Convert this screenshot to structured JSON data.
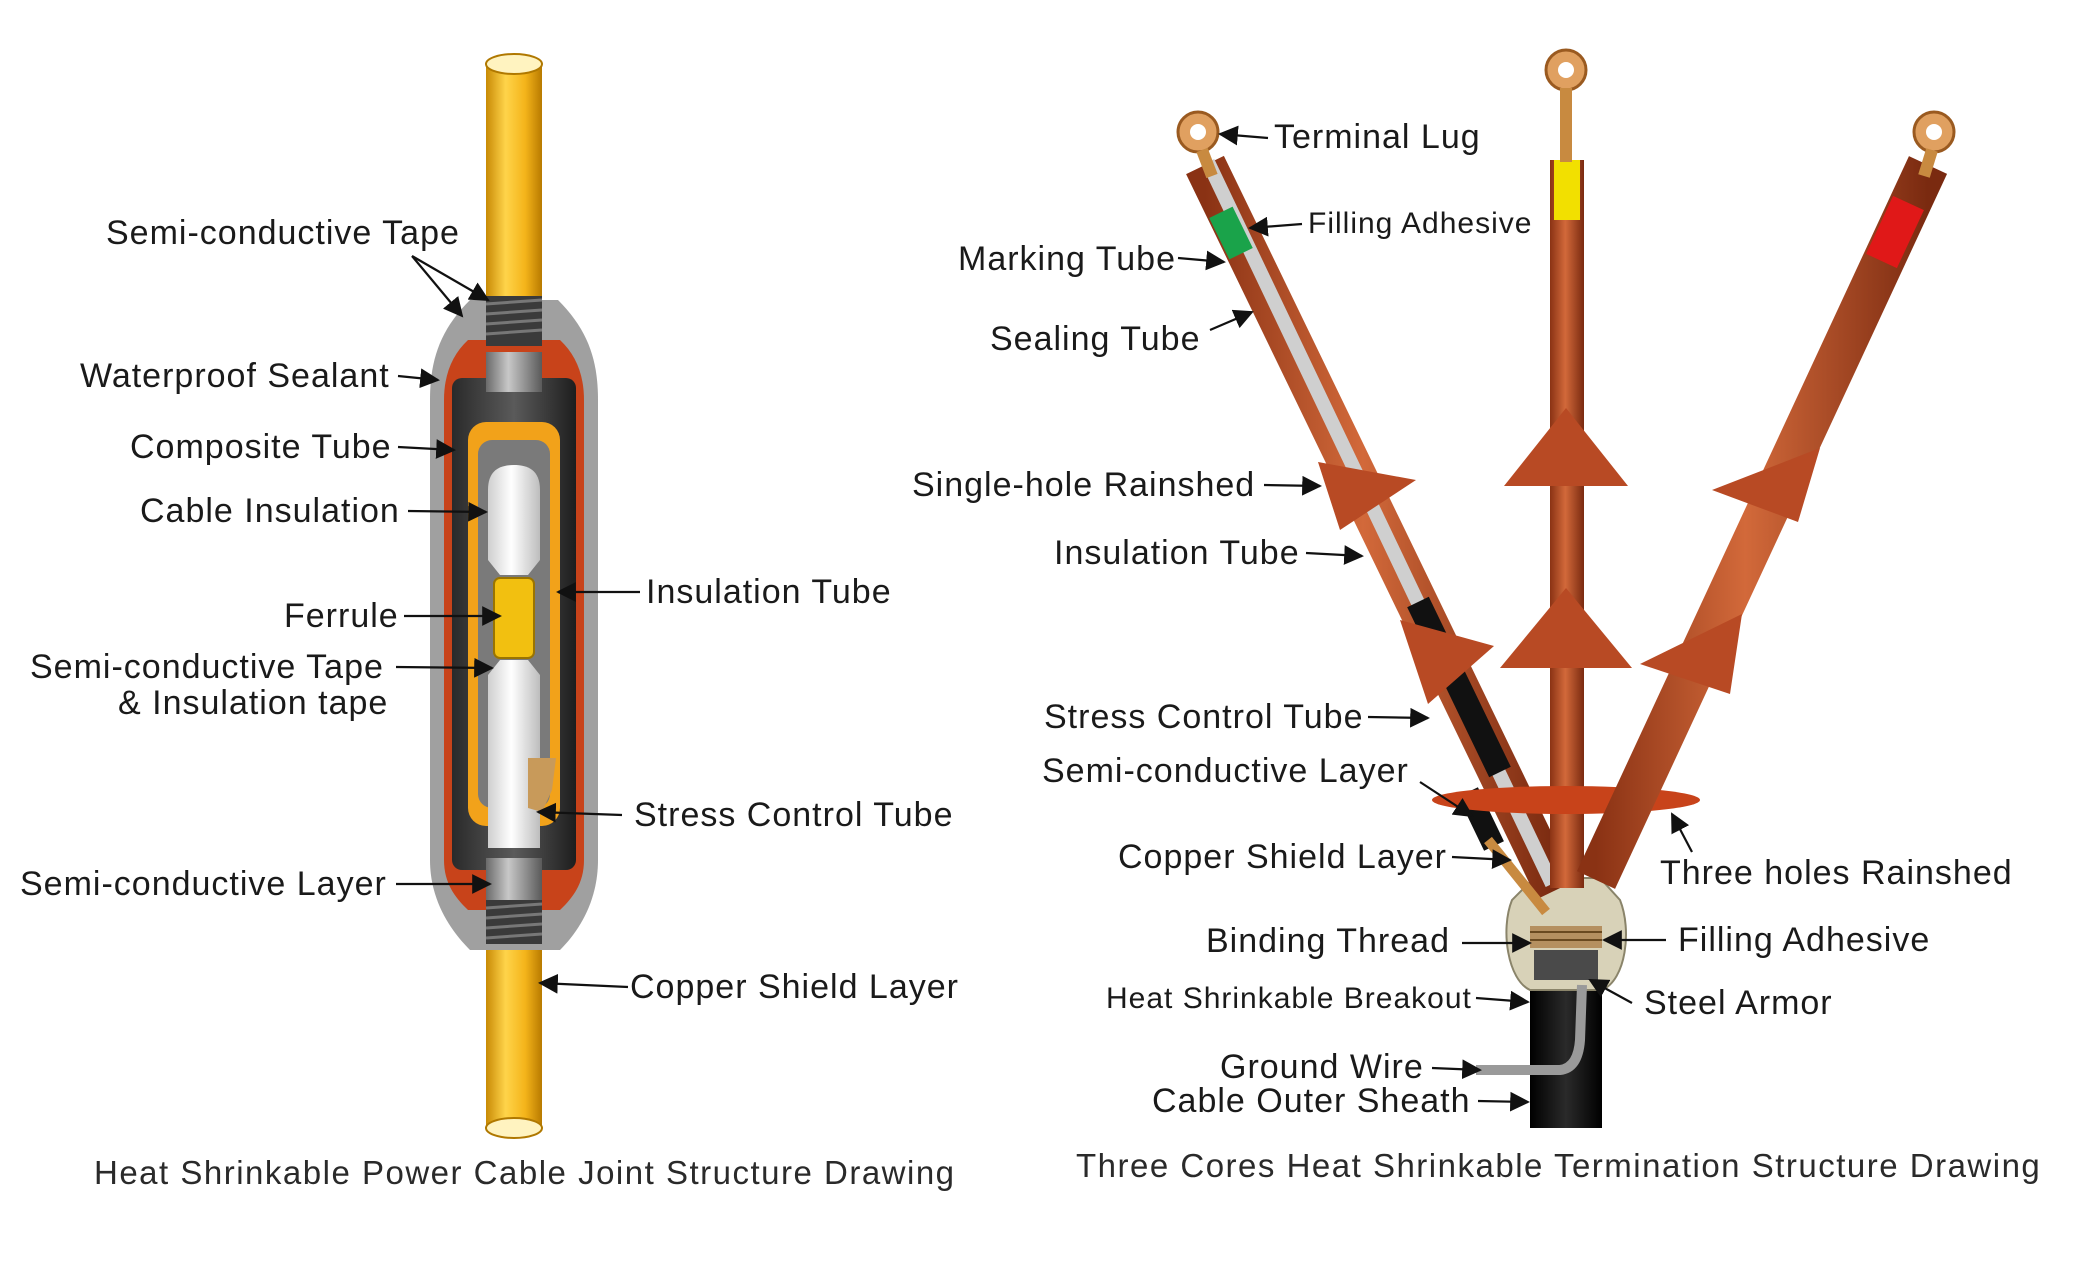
{
  "joint": {
    "caption": "Heat Shrinkable Power Cable Joint Structure Drawing",
    "labels": {
      "semi_conductive_tape": "Semi-conductive Tape",
      "waterproof_sealant": "Waterproof Sealant",
      "composite_tube": "Composite Tube",
      "cable_insulation": "Cable Insulation",
      "ferrule": "Ferrule",
      "semi_tape_insulation_1": "Semi-conductive Tape",
      "semi_tape_insulation_2": "& Insulation tape",
      "semi_conductive_layer": "Semi-conductive Layer",
      "insulation_tube": "Insulation Tube",
      "stress_control_tube": "Stress Control Tube",
      "copper_shield_layer": "Copper Shield Layer"
    }
  },
  "termination": {
    "caption": "Three Cores Heat Shrinkable Termination Structure Drawing",
    "labels": {
      "terminal_lug": "Terminal Lug",
      "filling_adhesive_top": "Filling Adhesive",
      "marking_tube": "Marking Tube",
      "sealing_tube": "Sealing Tube",
      "single_hole_rainshed": "Single-hole Rainshed",
      "insulation_tube": "Insulation Tube",
      "stress_control_tube": "Stress Control Tube",
      "semi_conductive_layer": "Semi-conductive Layer",
      "copper_shield_layer": "Copper Shield Layer",
      "three_holes_rainshed": "Three holes Rainshed",
      "binding_thread": "Binding Thread",
      "filling_adhesive_bottom": "Filling Adhesive",
      "heat_shrinkable_breakout": "Heat Shrinkable Breakout",
      "steel_armor": "Steel Armor",
      "ground_wire": "Ground Wire",
      "cable_outer_sheath": "Cable Outer Sheath"
    }
  },
  "colors": {
    "cable_yellow": "#f4b41a",
    "copper_red": "#b84a24",
    "sealant_grey": "#9a9a9a",
    "marking_yellow": "#f2e000",
    "marking_red": "#e01818",
    "marking_green": "#1aa34a"
  }
}
